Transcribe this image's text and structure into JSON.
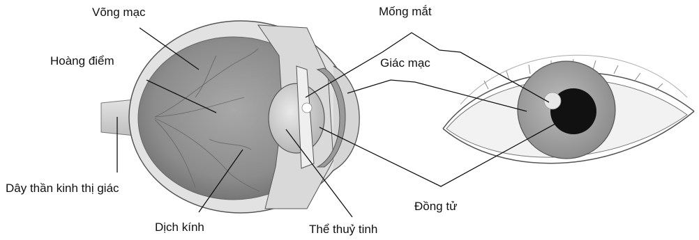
{
  "labels": {
    "retina": "Võng mạc",
    "fovea": "Hoàng điểm",
    "optic_nerve": "Dây thần kinh thị giác",
    "vitreous": "Dịch kính",
    "lens": "Thể thuỷ tinh",
    "iris": "Mống mắt",
    "cornea": "Giác mạc",
    "pupil": "Đồng tử"
  }
}
